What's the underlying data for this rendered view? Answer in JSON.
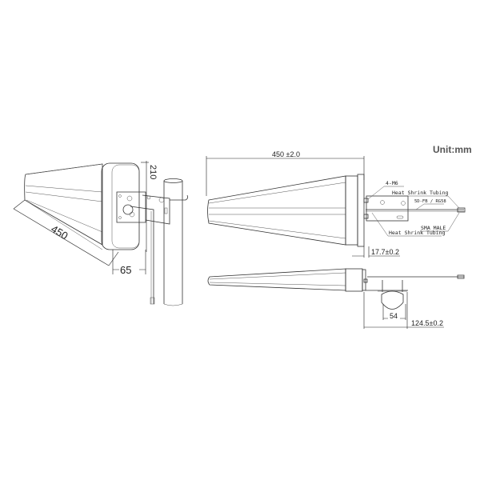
{
  "unit_label": "Unit:mm",
  "perspective_view": {
    "length_dim": "450",
    "height_dim": "210",
    "depth_dim": "65"
  },
  "side_view": {
    "length_dim": "450 ±2.0",
    "flange_dim": "17.7±0.2",
    "labels": {
      "bolts": "4-M6",
      "heat_shrink_top": "Heat Shrink Tubing",
      "cable": "5D-FB / RG58",
      "connector": "SMA MALE",
      "heat_shrink_bottom": "Heat Shrink Tubing"
    }
  },
  "top_view": {
    "clamp_dim": "54",
    "bracket_dim": "124.5±0.2"
  }
}
